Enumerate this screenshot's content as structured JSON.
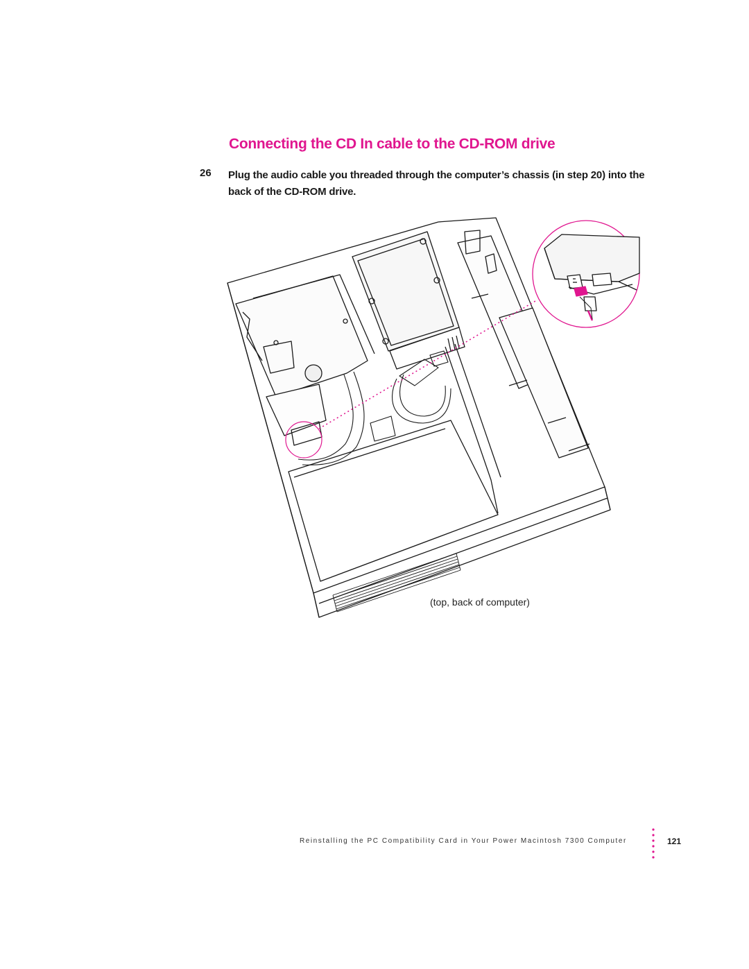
{
  "page": {
    "heading": "Connecting the CD In cable to the CD-ROM drive",
    "step": {
      "number": "26",
      "text": "Plug the audio cable you threaded through the computer’s chassis (in step 20) into the back of the CD-ROM drive."
    },
    "figure": {
      "caption": "(top, back of computer)",
      "accent_color": "#e0168f"
    },
    "footer": {
      "running_title": "Reinstalling the PC Compatibility Card in Your Power Macintosh 7300 Computer",
      "page_number": "121"
    }
  }
}
